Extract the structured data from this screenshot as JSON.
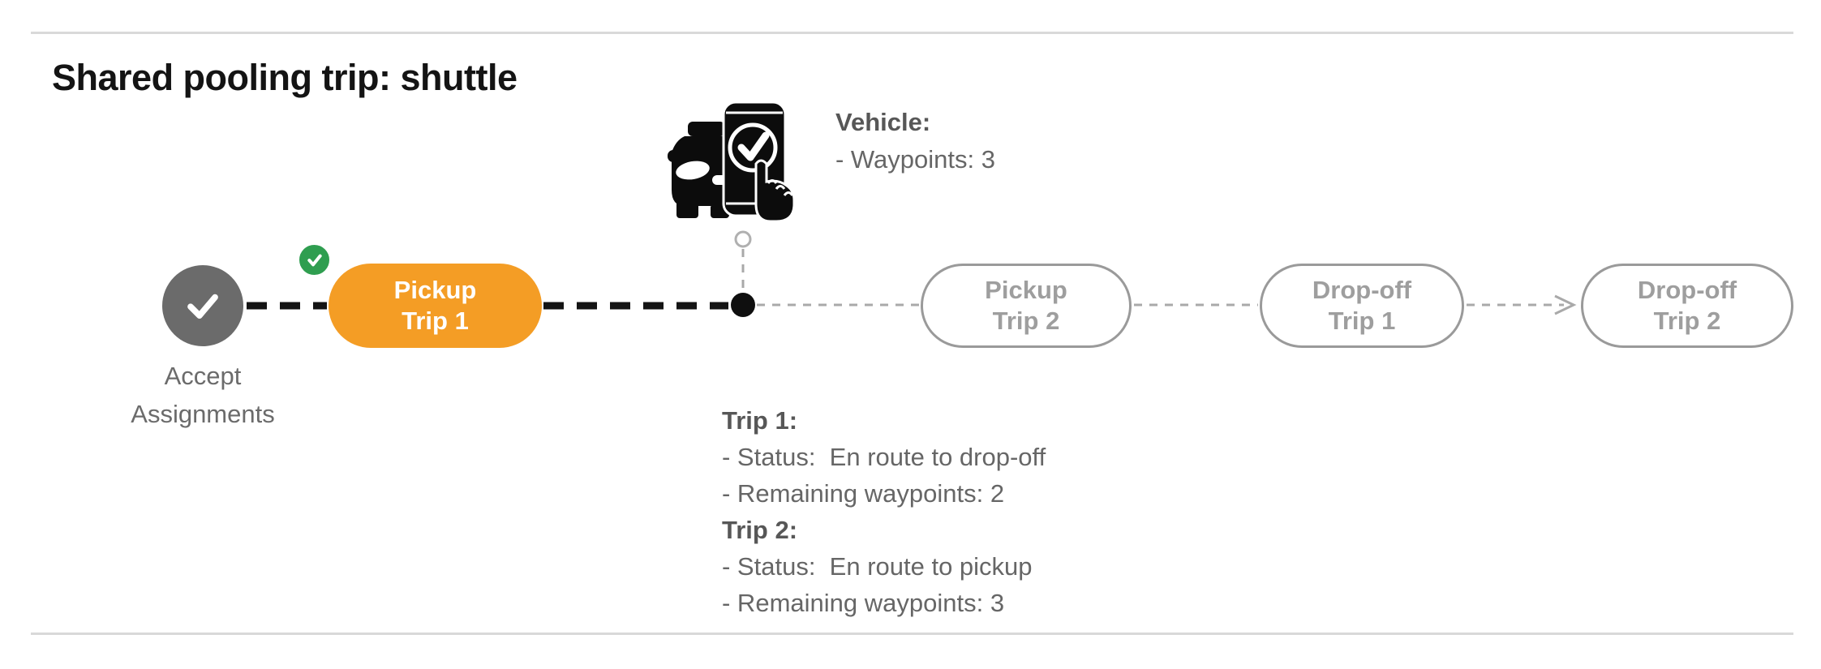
{
  "title": "Shared pooling trip: shuttle",
  "vehicle": {
    "heading": "Vehicle:",
    "waypoints_line": "- Waypoints: 3"
  },
  "trips": [
    {
      "heading": "Trip 1:",
      "status_line": "- Status:  En route to drop-off",
      "waypoints_line": "- Remaining waypoints: 2"
    },
    {
      "heading": "Trip 2:",
      "status_line": "- Status:  En route to pickup",
      "waypoints_line": "- Remaining waypoints: 3"
    }
  ],
  "timeline": {
    "start_label": "Accept\nAssignments",
    "stages": [
      {
        "line1": "Pickup",
        "line2": "Trip 1",
        "state": "current"
      },
      {
        "line1": "Pickup",
        "line2": "Trip 2",
        "state": "upcoming"
      },
      {
        "line1": "Drop-off",
        "line2": "Trip 1",
        "state": "upcoming"
      },
      {
        "line1": "Drop-off",
        "line2": "Trip 2",
        "state": "upcoming"
      }
    ]
  },
  "icons": {
    "start_node": "check-icon",
    "completed_badge": "check-icon",
    "vehicle": "robotaxi-phone-check-icon",
    "current_position": "position-dot",
    "flow_arrow": "arrow-right-icon"
  },
  "colors": {
    "current_pill": "#f49d25",
    "completed_badge": "#2f9e50",
    "start_node": "#6b6b6b",
    "upcoming_border": "#9a9a9a",
    "upcoming_text": "#9e9e9e",
    "info_text": "#666666",
    "divider": "#d9d9d9",
    "connector_done": "#141414",
    "connector_pending": "#a9a9a9"
  }
}
